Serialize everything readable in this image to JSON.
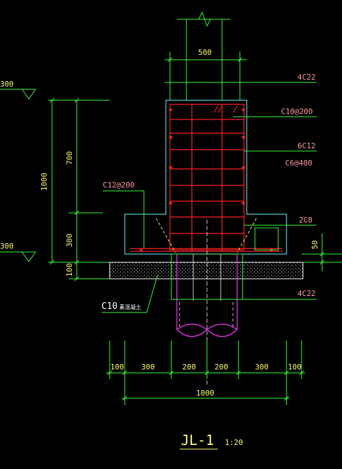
{
  "colors": {
    "background": "#000000",
    "dimension": "#33ff33",
    "concrete_outline": "#66ffff",
    "rebar": "#ff2222",
    "pile": "#ff33ff",
    "dim_text": "#ffff66",
    "rebar_text": "#ff9aa0",
    "leader": "#33ff33",
    "fill_dots": "#ffffff"
  },
  "top": {
    "width_label": "500"
  },
  "levels": {
    "top_label": "300",
    "bottom_label": "300"
  },
  "vertical_dims": {
    "d700": "700",
    "d1000": "1000",
    "d300": "300",
    "d100": "100",
    "d50": "50"
  },
  "rebar_labels": {
    "top_bars": "4C22",
    "stirrups": "C10@200",
    "side_bars": "6C12",
    "tie_bars": "C6@400",
    "bottom_stirrup": "C12@200",
    "haunch_bars": "2C8",
    "bottom_bars": "4C22"
  },
  "bedding": {
    "grade": "C10",
    "material": "素混凝土"
  },
  "bottom_dims": {
    "a": "100",
    "b": "300",
    "c": "200",
    "d": "200",
    "e": "300",
    "f": "100",
    "total": "1000"
  },
  "title": {
    "name": "JL-1",
    "scale": "1:20"
  }
}
